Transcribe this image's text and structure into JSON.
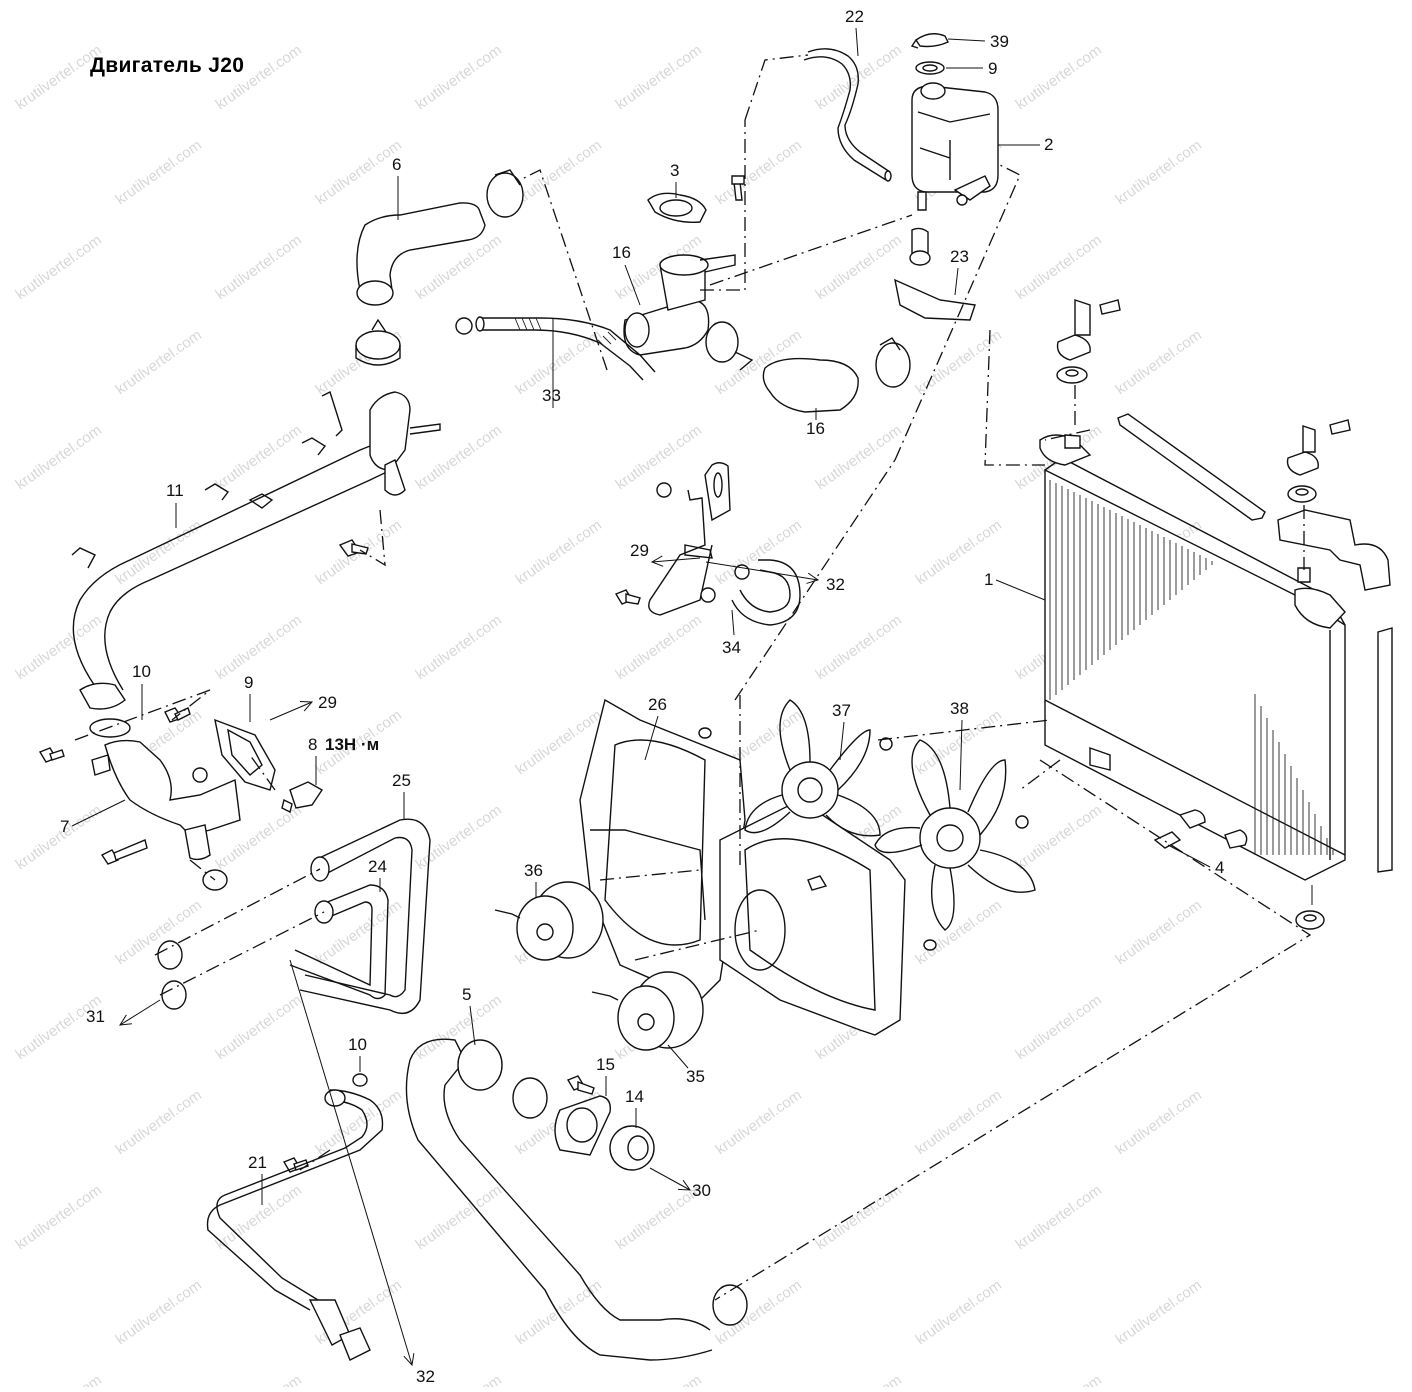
{
  "title": "Двигатель J20",
  "watermark": "krutilvertel.com",
  "torque_annotation": "13Н ·м",
  "callouts": [
    {
      "id": "c22",
      "label": "22"
    },
    {
      "id": "c39",
      "label": "39"
    },
    {
      "id": "c9a",
      "label": "9"
    },
    {
      "id": "c2",
      "label": "2"
    },
    {
      "id": "c6",
      "label": "6"
    },
    {
      "id": "c3",
      "label": "3"
    },
    {
      "id": "c16a",
      "label": "16"
    },
    {
      "id": "c23",
      "label": "23"
    },
    {
      "id": "c16b",
      "label": "16"
    },
    {
      "id": "c33",
      "label": "33"
    },
    {
      "id": "c11",
      "label": "11"
    },
    {
      "id": "c29a",
      "label": "29"
    },
    {
      "id": "c32a",
      "label": "32"
    },
    {
      "id": "c34",
      "label": "34"
    },
    {
      "id": "c1",
      "label": "1"
    },
    {
      "id": "c10a",
      "label": "10"
    },
    {
      "id": "c9b",
      "label": "9"
    },
    {
      "id": "c29b",
      "label": "29"
    },
    {
      "id": "c8",
      "label": "8"
    },
    {
      "id": "c7",
      "label": "7"
    },
    {
      "id": "c25",
      "label": "25"
    },
    {
      "id": "c24",
      "label": "24"
    },
    {
      "id": "c26",
      "label": "26"
    },
    {
      "id": "c37",
      "label": "37"
    },
    {
      "id": "c38",
      "label": "38"
    },
    {
      "id": "c36",
      "label": "36"
    },
    {
      "id": "c35",
      "label": "35"
    },
    {
      "id": "c4",
      "label": "4"
    },
    {
      "id": "c31",
      "label": "31"
    },
    {
      "id": "c5",
      "label": "5"
    },
    {
      "id": "c10b",
      "label": "10"
    },
    {
      "id": "c15",
      "label": "15"
    },
    {
      "id": "c14",
      "label": "14"
    },
    {
      "id": "c30",
      "label": "30"
    },
    {
      "id": "c21",
      "label": "21"
    },
    {
      "id": "c32b",
      "label": "32"
    }
  ]
}
